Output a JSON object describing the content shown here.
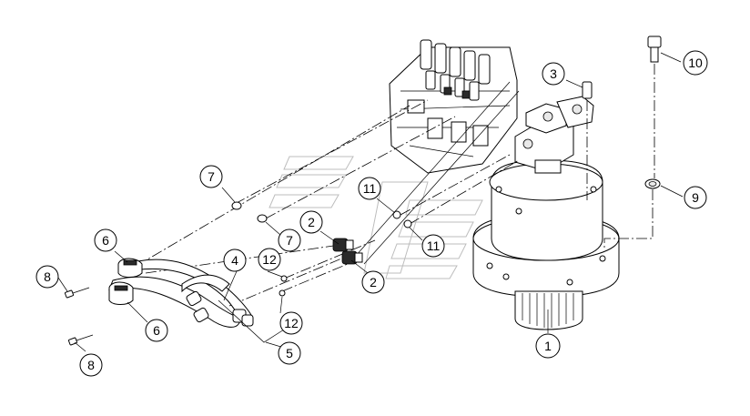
{
  "callouts": [
    {
      "id": "c1",
      "label": "1"
    },
    {
      "id": "c2a",
      "label": "2"
    },
    {
      "id": "c2b",
      "label": "2"
    },
    {
      "id": "c3",
      "label": "3"
    },
    {
      "id": "c4",
      "label": "4"
    },
    {
      "id": "c5",
      "label": "5"
    },
    {
      "id": "c6a",
      "label": "6"
    },
    {
      "id": "c6b",
      "label": "6"
    },
    {
      "id": "c7a",
      "label": "7"
    },
    {
      "id": "c7b",
      "label": "7"
    },
    {
      "id": "c8a",
      "label": "8"
    },
    {
      "id": "c8b",
      "label": "8"
    },
    {
      "id": "c9",
      "label": "9"
    },
    {
      "id": "c10",
      "label": "10"
    },
    {
      "id": "c11a",
      "label": "11"
    },
    {
      "id": "c11b",
      "label": "11"
    },
    {
      "id": "c12a",
      "label": "12"
    },
    {
      "id": "c12b",
      "label": "12"
    }
  ]
}
